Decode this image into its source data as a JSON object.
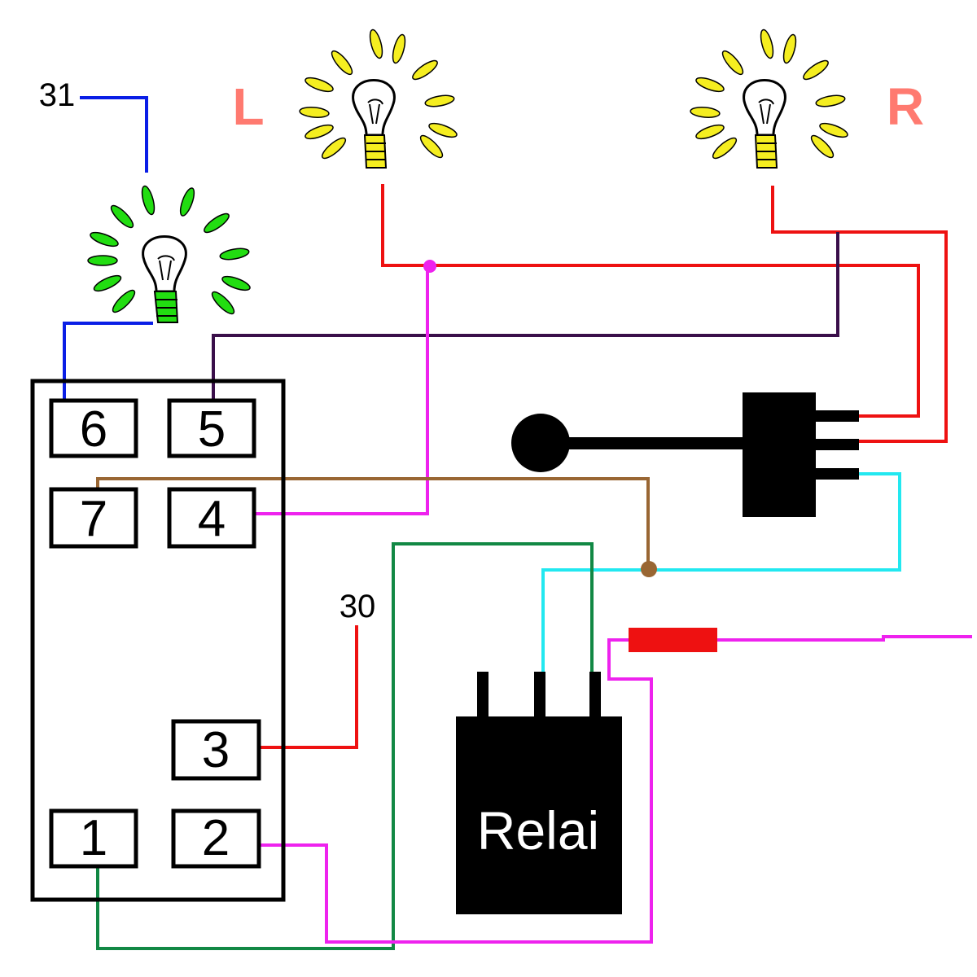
{
  "labels": {
    "ground": "31",
    "supply": "30",
    "left": "L",
    "right": "R",
    "relay": "Relai"
  },
  "terminals": [
    "6",
    "5",
    "7",
    "4",
    "3",
    "1",
    "2"
  ],
  "colors": {
    "blue": "#0a1ee6",
    "red": "#ee1111",
    "magenta": "#ee22ee",
    "purple": "#3a0f4a",
    "brown": "#996633",
    "green": "#118844",
    "cyan": "#22e8f0",
    "bulb_yellow": "#f5ee20",
    "bulb_green": "#22dd11",
    "side_label": "#ff7a70",
    "fuse": "#ee1111"
  },
  "icons": [
    "bulb-left-icon",
    "bulb-right-icon",
    "indicator-bulb-icon",
    "switch-knob-icon",
    "relay-icon",
    "fuse-icon"
  ]
}
